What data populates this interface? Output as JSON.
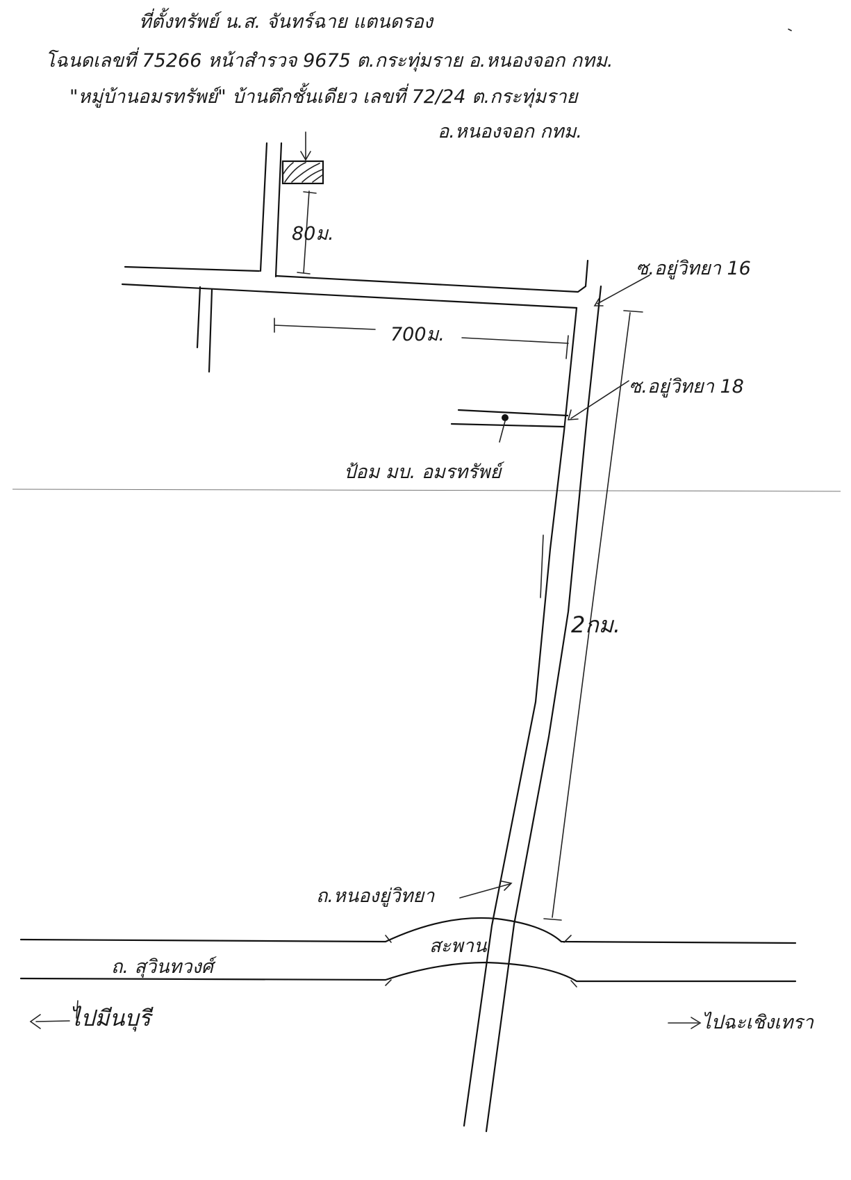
{
  "header": {
    "line1": "ที่ตั้งทรัพย์   น.ส. จันทร์ฉาย   แตนดรอง",
    "line2": "โฉนดเลขที่ 75266 หน้าสำรวจ 9675 ต.กระทุ่มราย อ.หนองจอก   กทม.",
    "line3": "\"หมู่บ้านอมรทรัพย์\" บ้านตึกชั้นเดียว เลขที่ 72/24 ต.กระทุ่มราย",
    "line4": "อ.หนองจอก กทม."
  },
  "distances": {
    "north_spur": "80ม.",
    "east_west_road": "700ม.",
    "main_road": "2กม."
  },
  "labels": {
    "soi_16": "ซ.อยู่วิทยา 16",
    "soi_18": "ซ.อยู่วิทยา 18",
    "guard_post": "ป้อม มบ. อมรทรัพย์",
    "main_road": "ถ.หนองยู่วิทยา",
    "bridge": "สะพาน",
    "highway": "ถ. สุวินทวงศ์",
    "to_west": "ไปมีนบุรี",
    "to_east": "ไปฉะเชิงเทรา"
  },
  "icons": {
    "property": "hatched-property-marker-icon",
    "guard_post": "dot-marker-icon",
    "west_arrow": "arrow-left-icon",
    "east_arrow": "arrow-right-icon"
  }
}
